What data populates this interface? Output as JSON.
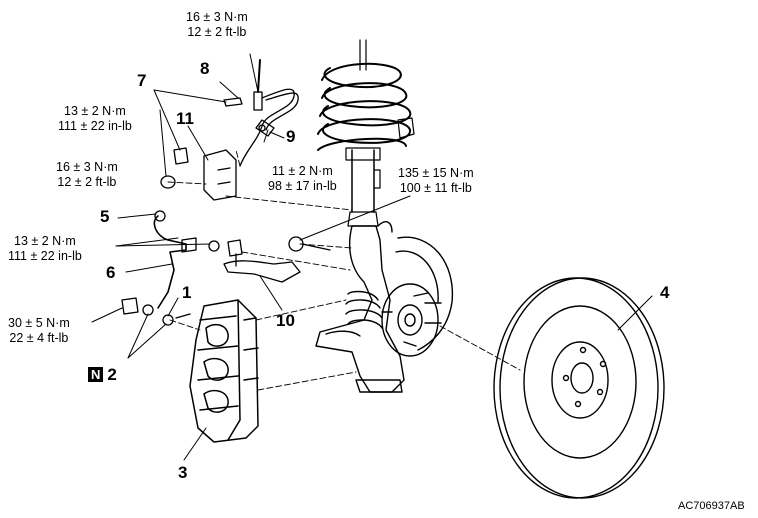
{
  "torques": {
    "t_hose_top": [
      "16 ± 3 N·m",
      "12 ± 2 ft-lb"
    ],
    "t_bracket_a": [
      "13 ± 2 N·m",
      "111 ± 22 in-lb"
    ],
    "t_flare": [
      "16 ± 3 N·m",
      "12 ± 2 ft-lb"
    ],
    "t_sensor": [
      "11 ± 2 N·m",
      "98 ± 17 in-lb"
    ],
    "t_hub": [
      "135 ± 15 N·m",
      "100 ± 11 ft-lb"
    ],
    "t_bracket_b": [
      "13 ± 2 N·m",
      "111 ± 22 in-lb"
    ],
    "t_caliper": [
      "30 ± 5 N·m",
      "22 ± 4 ft-lb"
    ]
  },
  "callouts": {
    "c1": "1",
    "c2": "2",
    "c3": "3",
    "c4": "4",
    "c5": "5",
    "c6": "6",
    "c7": "7",
    "c8": "8",
    "c9": "9",
    "c10": "10",
    "c11": "11"
  },
  "new_part_badge": "N",
  "image_code": "AC706937AB"
}
